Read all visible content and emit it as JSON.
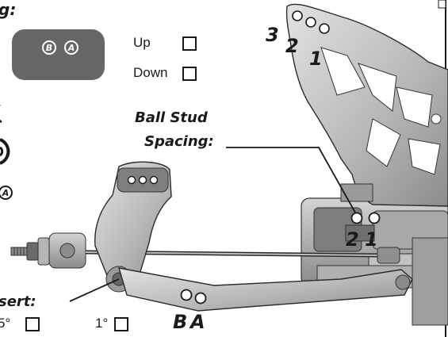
{
  "header": {
    "partial_title": "g:"
  },
  "pill": {
    "letter_b": "B",
    "letter_a": "A"
  },
  "position_options": {
    "up_label": "Up",
    "down_label": "Down"
  },
  "tower_holes": {
    "label_3": "3",
    "label_2": "2",
    "label_1": "1"
  },
  "ball_stud_spacing": {
    "title_line1": "Ball Stud",
    "title_line2": "Spacing:",
    "label_2": "2",
    "label_1": "1"
  },
  "arm_holes": {
    "label_b": "B",
    "label_a": "A"
  },
  "insert": {
    "partial_title": "sert:",
    "option_1_label": "5°",
    "option_2_label": "1°"
  },
  "left_edge_glyphs": {
    "circle_a": "A"
  },
  "colors": {
    "ink": "#1a1a1a",
    "part_light": "#c9c9c9",
    "part_mid": "#9a9a9a",
    "part_dark": "#5e5e5e",
    "pill_fill": "#666666"
  }
}
